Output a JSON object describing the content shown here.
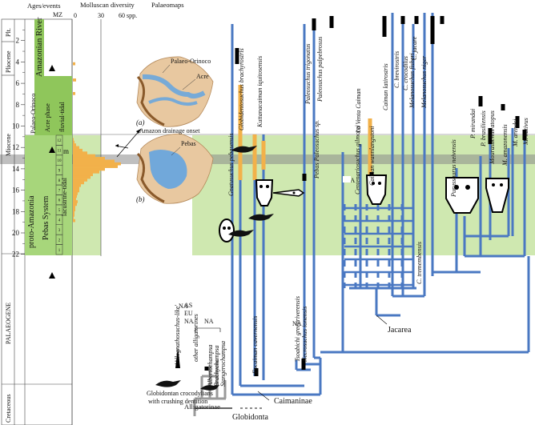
{
  "header": {
    "ages_events": "Ages/events",
    "mz": "MZ",
    "mollusc_diversity": "Molluscan diversity",
    "palaeomaps": "Palaeomaps",
    "mollusc_ticks": [
      "0",
      "30",
      "60 spp."
    ]
  },
  "age_ticks": [
    "2",
    "4",
    "6",
    "8",
    "10",
    "12",
    "14",
    "16",
    "18",
    "20",
    "22"
  ],
  "epochs": {
    "pleistocene": "Plt.",
    "pliocene": "Pliocene",
    "miocene": "Miocene",
    "palaeogene": "PALAEOGENE",
    "cretaceous": "Cretaceous"
  },
  "units": {
    "amazonian_river": "Amazonian River",
    "palaeo_orinoco": "Palaeo-Orinoco",
    "acre_phase": "Acre phase",
    "fluvial_tidal": "fluvial-tidal",
    "pebas_system": "Pebas System",
    "lacustrine_tidal": "lacustrine-tidal",
    "proto_amazonia": "proto-Amazonia",
    "m_marker": "m",
    "zones": [
      "1",
      "2",
      "3",
      "4",
      "5",
      "6",
      "7",
      "8",
      "9",
      "10",
      "11",
      "12"
    ]
  },
  "mollusc_values": [
    0,
    0,
    0,
    0,
    0,
    0,
    0,
    0,
    0,
    0,
    3,
    0,
    0,
    0,
    0,
    0,
    4,
    0,
    0,
    0,
    0,
    3,
    0,
    0,
    0,
    0,
    0,
    0,
    0,
    0,
    0,
    0,
    0,
    0,
    0,
    0,
    0,
    0,
    1,
    2,
    4,
    8,
    12,
    18,
    28,
    40,
    52,
    60,
    56,
    40,
    33,
    25,
    22,
    18,
    14,
    10,
    8,
    8,
    6,
    5,
    4,
    6,
    5,
    3,
    3,
    2,
    2,
    1,
    3,
    0,
    0,
    0,
    0,
    0,
    0,
    0,
    0,
    0,
    0,
    0,
    0
  ],
  "maps": {
    "a_label": "(a)",
    "b_label": "(b)",
    "palaeo_orinoco": "Palaeo-Orinoco",
    "acre": "Acre",
    "pebas": "Pebas",
    "onset": "Amazon drainage onset"
  },
  "taxa": [
    "Gnatusuchus pebasensis",
    "Globidentosuchus brachyrostris",
    "Kuttanacaiman iquitosensis",
    "Eocaiman cavernensis",
    "Tsoabichi greenriverensis",
    "Necrosuchus ionensis",
    "Pebas Paleosuchus sp.",
    "Paleosuchus trigonatus",
    "Paleosuchus palpebrosus",
    "Centenariosuchus gilmorei",
    "La Venta Caiman",
    "Caiman wannlangstoni",
    "Caiman latirostris",
    "C. brevirostris",
    "C. crocodilus",
    "C. jacare",
    "Melanosuchus fisheri",
    "Melanosuchus niger",
    "C. tremembensis",
    "Purussaurus neivensis",
    "P. mirandai",
    "P. brasiliensis",
    "Mourasuchus atopus",
    "M. amazonensis",
    "M. arendsi",
    "M. nativus"
  ],
  "outgroups": [
    "'Allognathosuchus-like'",
    "other alligatorines",
    "Albertochampsa",
    "Brachychampsa",
    "Stangerochampsa"
  ],
  "region_labels": [
    "NA",
    "AS",
    "EU",
    "NA",
    "NA",
    "NA",
    "CA"
  ],
  "clades": {
    "alligatorinae": "Alligatorinae",
    "globidonta": "Globidonta",
    "caimaninae": "Caimaninae",
    "jacarea": "Jacarea"
  },
  "legend_note": "Globidontan crocodylians with crushing dentition",
  "colors": {
    "green_band": "#cfe8b0",
    "column_green": "#8fc65b",
    "orange": "#f2b14a",
    "blue": "#4a78c2",
    "gray_band": "#9c9c9c",
    "outgroup_gray": "#9a9a9a"
  }
}
